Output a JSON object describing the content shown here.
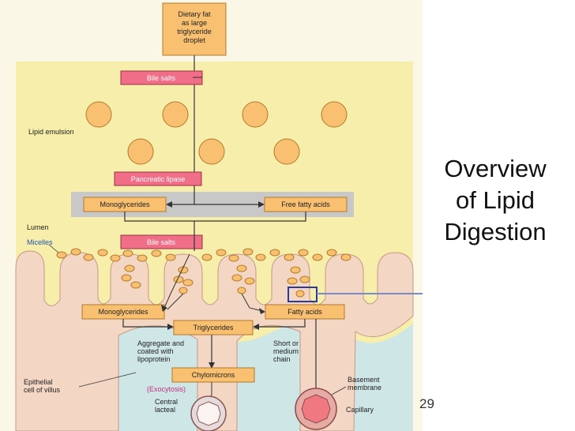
{
  "slide": {
    "title_lines": [
      "Overview",
      "of Lipid",
      "Digestion"
    ],
    "page_number": "29"
  },
  "figure": {
    "top_box": [
      "Dietary fat",
      "as large",
      "triglyceride",
      "droplet"
    ],
    "bile_salts_1": "Bile salts",
    "lipid_emulsion": "Lipid emulsion",
    "pancreatic_lipase": "Pancreatic lipase",
    "monoglycerides_top": "Monoglycerides",
    "free_fatty_acids": "Free fatty acids",
    "lumen": "Lumen",
    "micelles": "Micelles",
    "bile_salts_2": "Bile salts",
    "monoglycerides_cell": "Monoglycerides",
    "fatty_acids_cell": "Fatty acids",
    "triglycerides": "Triglycerides",
    "aggregate": [
      "Aggregate and",
      "coated with",
      "lipoprotein"
    ],
    "short_medium": [
      "Short or",
      "medium",
      "chain"
    ],
    "chylomicrons": "Chylomicrons",
    "exocytosis": "(Exocytosis)",
    "epithelial": [
      "Epithelial",
      "cell of villus"
    ],
    "basement": [
      "Basement",
      "membrane"
    ],
    "central_lacteal": [
      "Central",
      "lacteal"
    ],
    "capillary": "Capillary"
  },
  "colors": {
    "background_yellow": "#f6eeaa",
    "cell_pink": "#f4d6c4",
    "tissue_blue": "#cfe6e6",
    "pink_box": "#f06e88",
    "droplet_orange": "#f8c070",
    "gray_band": "#c8c8c8",
    "highlight_blue": "#2a3a9a"
  }
}
